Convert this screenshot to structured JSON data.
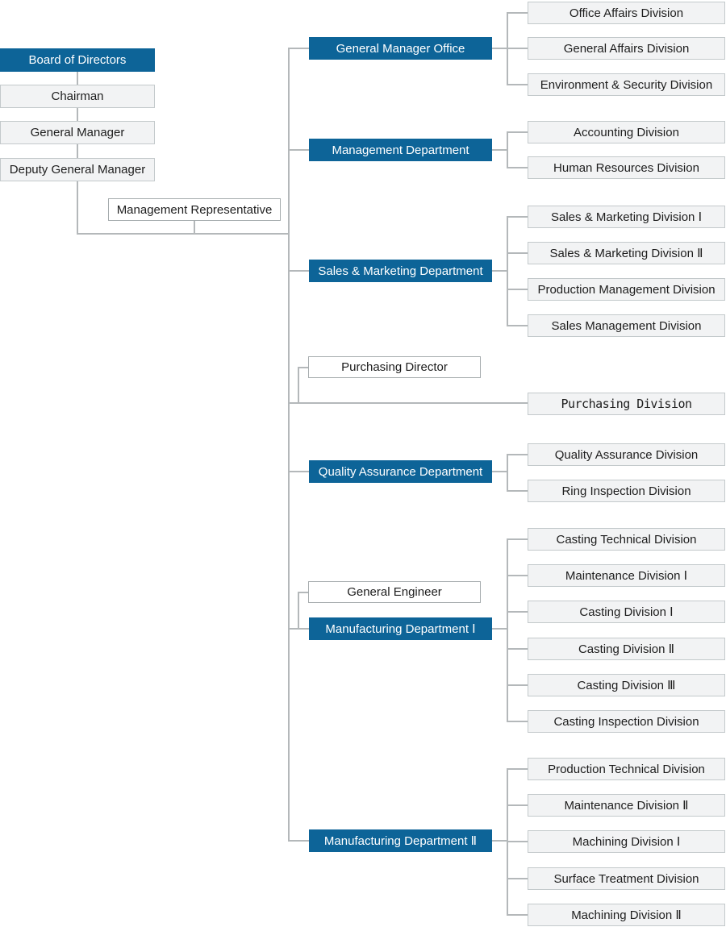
{
  "colors": {
    "department_box_bg": "#0d6498",
    "department_box_text": "#ffffff",
    "division_box_bg": "#f2f3f4",
    "division_box_border": "#c3c9cb",
    "staff_box_bg": "#ffffff",
    "connector_line": "#b4b8ba"
  },
  "org": {
    "executive": {
      "board": "Board of Directors",
      "chairman": "Chairman",
      "general_manager": "General Manager",
      "deputy_general_manager": "Deputy General Manager",
      "management_representative": "Management Representative"
    },
    "purchasing": {
      "director": "Purchasing Director",
      "division": "Purchasing Division"
    },
    "general_engineer": "General Engineer",
    "departments": [
      {
        "label": "General Manager Office",
        "divisions": [
          "Office Affairs Division",
          "General Affairs Division",
          "Environment & Security Division"
        ]
      },
      {
        "label": "Management Department",
        "divisions": [
          "Accounting Division",
          "Human Resources Division"
        ]
      },
      {
        "label": "Sales & Marketing Department",
        "divisions": [
          "Sales & Marketing Division Ⅰ",
          "Sales & Marketing Division Ⅱ",
          "Production Management Division",
          "Sales Management Division"
        ]
      },
      {
        "label": "Quality Assurance Department",
        "divisions": [
          "Quality Assurance Division",
          "Ring Inspection Division"
        ]
      },
      {
        "label": "Manufacturing Department Ⅰ",
        "divisions": [
          "Casting Technical Division",
          "Maintenance Division Ⅰ",
          "Casting Division Ⅰ",
          "Casting Division Ⅱ",
          "Casting Division Ⅲ",
          "Casting Inspection Division"
        ]
      },
      {
        "label": "Manufacturing Department Ⅱ",
        "divisions": [
          "Production Technical Division",
          "Maintenance Division Ⅱ",
          "Machining Division Ⅰ",
          "Surface Treatment Division",
          "Machining Division Ⅱ"
        ]
      }
    ]
  }
}
